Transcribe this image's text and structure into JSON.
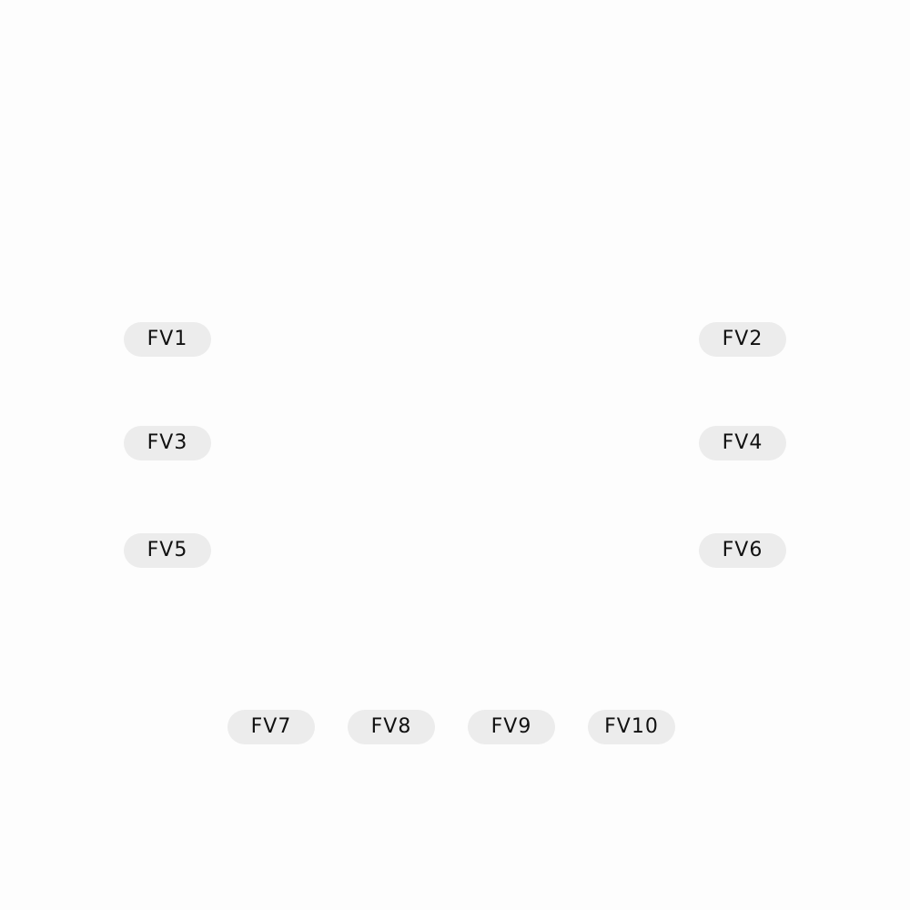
{
  "buttons": {
    "fv1": "FV1",
    "fv2": "FV2",
    "fv3": "FV3",
    "fv4": "FV4",
    "fv5": "FV5",
    "fv6": "FV6",
    "fv7": "FV7",
    "fv8": "FV8",
    "fv9": "FV9",
    "fv10": "FV10"
  },
  "colors": {
    "background": "#fdfdfd",
    "button_fill": "#ececec",
    "button_text": "#111111"
  }
}
